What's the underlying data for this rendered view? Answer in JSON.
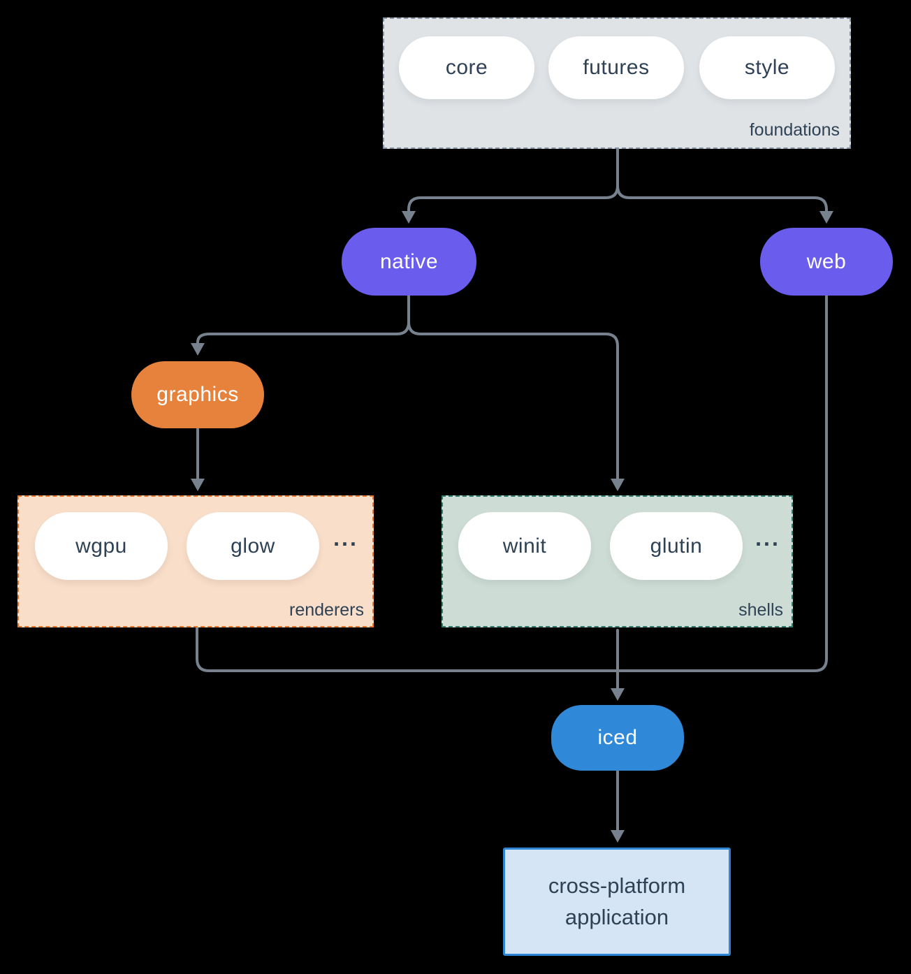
{
  "foundations": {
    "label": "foundations",
    "pills": [
      "core",
      "futures",
      "style"
    ]
  },
  "nodes": {
    "native": "native",
    "web": "web",
    "graphics": "graphics",
    "iced": "iced"
  },
  "renderers": {
    "label": "renderers",
    "pills": [
      "wgpu",
      "glow"
    ],
    "ellipsis": "..."
  },
  "shells": {
    "label": "shells",
    "pills": [
      "winit",
      "glutin"
    ],
    "ellipsis": "..."
  },
  "application": {
    "line1": "cross-platform",
    "line2": "application"
  },
  "colors": {
    "background": "#000000",
    "arrow": "#77828E",
    "node_purple": "#6A5CEC",
    "node_orange": "#E6823C",
    "node_blue": "#2F89D8",
    "pill_fill": "#FFFFFF",
    "pill_text": "#2F4255",
    "foundations_fill": "#DFE3E6",
    "foundations_border": "#8595A5",
    "renderers_fill": "#F9DEC9",
    "renderers_border": "#E8772E",
    "shells_fill": "#CDDDD5",
    "shells_border": "#2F7D6E",
    "app_fill": "#D5E5F6",
    "app_border": "#2E86D8"
  }
}
